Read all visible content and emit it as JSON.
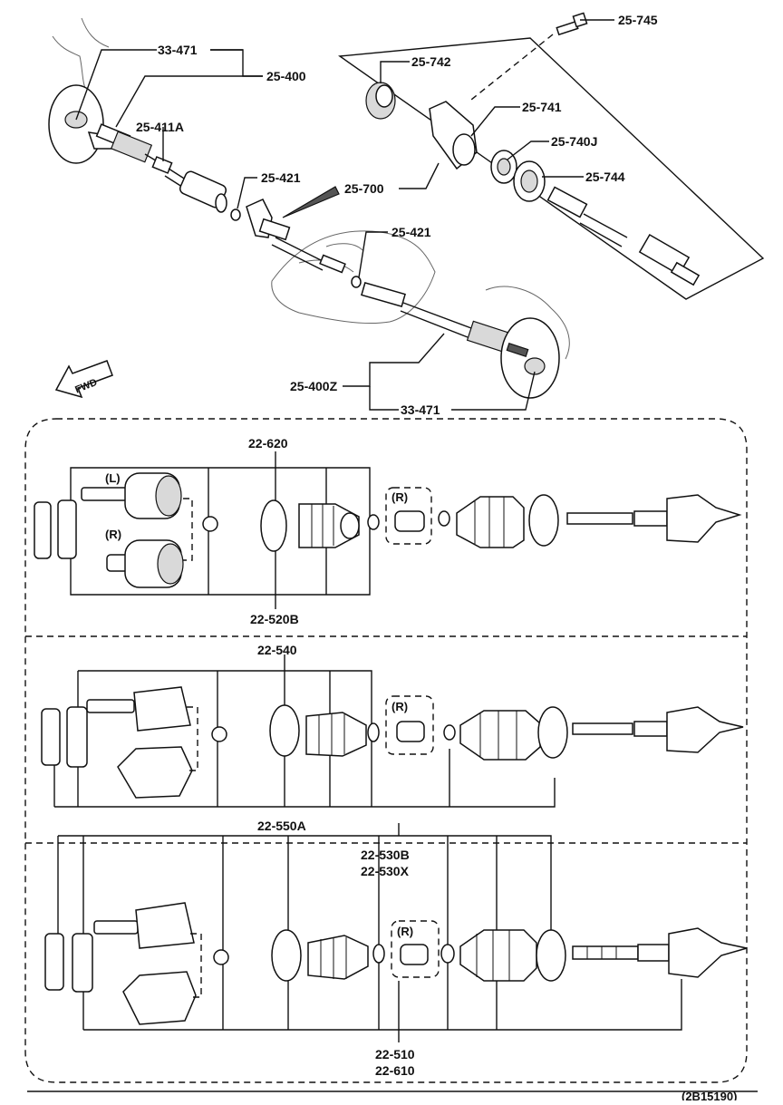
{
  "diagram": {
    "callouts": {
      "c_33471_top": "33-471",
      "c_25400": "25-400",
      "c_25411A": "25-411A",
      "c_25421_a": "25-421",
      "c_25421_b": "25-421",
      "c_25745": "25-745",
      "c_25742": "25-742",
      "c_25741": "25-741",
      "c_25740J": "25-740J",
      "c_25744": "25-744",
      "c_25700": "25-700",
      "c_25400Z": "25-400Z",
      "c_33471_bot": "33-471"
    },
    "fwd_label": "FWD",
    "panel1": {
      "top_label": "22-620",
      "bottom_label": "22-520B",
      "variant_l": "(L)",
      "variant_r": "(R)",
      "inset_r": "(R)"
    },
    "panel2": {
      "top_label": "22-540",
      "bottom_label": "22-550A",
      "inset_r": "(R)"
    },
    "panel3": {
      "top_label_1": "22-530B",
      "top_label_2": "22-530X",
      "bottom_label_1": "22-510",
      "bottom_label_2": "22-610",
      "inset_r": "(R)"
    },
    "footer_code": "(2B15190)"
  }
}
